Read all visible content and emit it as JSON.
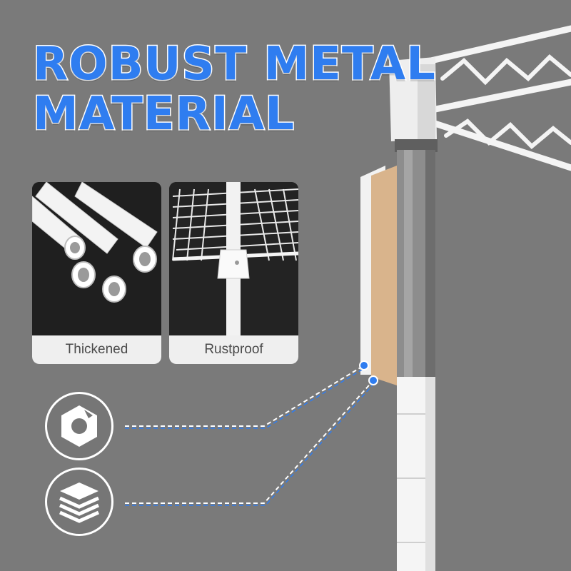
{
  "headline": {
    "line1": "ROBUST METAL",
    "line2": "MATERIAL"
  },
  "cards": [
    {
      "label": "Thickened",
      "icon": "pipe-ends-photo"
    },
    {
      "label": "Rustproof",
      "icon": "wire-shelf-photo"
    }
  ],
  "features": [
    {
      "icon": "hex-nut-icon"
    },
    {
      "icon": "layers-icon"
    }
  ],
  "colors": {
    "background": "#7a7a7a",
    "accent": "#2f7df0",
    "wood": "#d9b48c",
    "steel": "#8a8a8a"
  }
}
